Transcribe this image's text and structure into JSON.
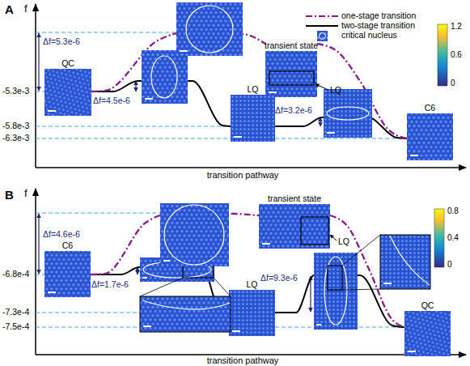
{
  "diagram": {
    "nodes": [
      {
        "text": [
          "QC"
        ]
      },
      {
        "text": [
          "transient state"
        ]
      },
      {
        "text": [
          "LQ"
        ]
      },
      {
        "text": [
          "C6"
        ]
      },
      {
        "text": [
          "C6"
        ]
      },
      {
        "text": [
          "transient state"
        ]
      },
      {
        "text": [
          "LQ"
        ]
      },
      {
        "text": [
          "QC"
        ]
      }
    ],
    "edges": [
      {
        "from": 0,
        "to": 2,
        "arrow": "none"
      },
      {
        "from": 2,
        "to": 3,
        "arrow": "none"
      },
      {
        "from": 0,
        "to": 1,
        "arrow": "none"
      },
      {
        "from": 1,
        "to": 3,
        "arrow": "none"
      },
      {
        "from": 4,
        "to": 6,
        "arrow": "none"
      },
      {
        "from": 6,
        "to": 7,
        "arrow": "none"
      },
      {
        "from": 4,
        "to": 5,
        "arrow": "none"
      },
      {
        "from": 5,
        "to": 7,
        "arrow": "none"
      }
    ],
    "labels": [
      "A",
      "f",
      "Δf=5.3e-6",
      "-5.3e-3",
      "Δf=4.5e-6",
      "-5.8e-3",
      "Δf=3.2e-6",
      "-6.3e-3",
      "LQ",
      "transition pathway",
      "1.2",
      "0.6",
      "0",
      "B",
      "f",
      "Δf=4.6e-6",
      "-6.8e-4",
      "Δf=1.7e-6",
      "-7.3e-4",
      "Δf=9.3e-6",
      "-7.5e-4",
      "LQ",
      "transition pathway",
      "0.8",
      "0.4",
      "0"
    ],
    "legend": [
      {
        "text": "one-stage transition"
      },
      {
        "text": "two-stage transition"
      },
      {
        "text": "critical nucleus"
      }
    ]
  }
}
